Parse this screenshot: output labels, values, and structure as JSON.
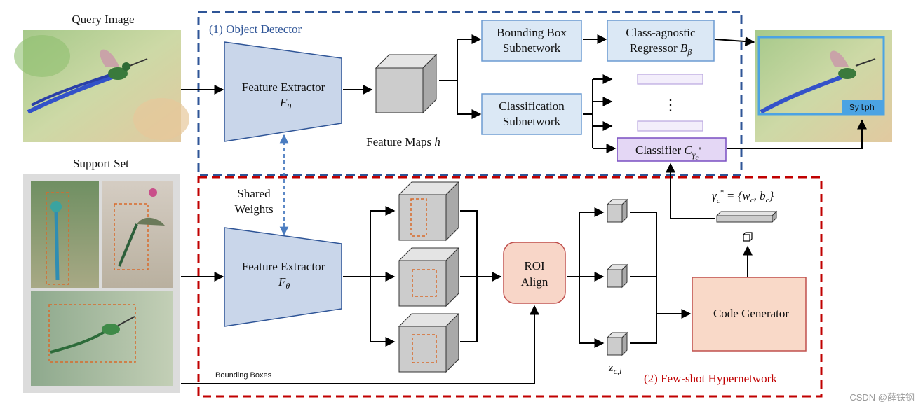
{
  "labels": {
    "query_image": "Query Image",
    "support_set": "Support Set",
    "object_detector": "(1) Object Detector",
    "few_shot": "(2) Few-shot Hypernetwork",
    "feature_extractor": "Feature Extractor",
    "f_theta": "F",
    "f_sub": "θ",
    "feature_maps": "Feature Maps",
    "feature_maps_h": "h",
    "bbox_line1": "Bounding Box",
    "bbox_line2": "Subnetwork",
    "cls_line1": "Classification",
    "cls_line2": "Subnetwork",
    "regressor_line1": "Class-agnostic",
    "regressor_line2": "Regressor",
    "regressor_symbol": "B",
    "regressor_sub": "β",
    "classifier": "Classifier",
    "classifier_symbol": "C",
    "classifier_sub": "γ",
    "classifier_subsub": "c",
    "classifier_star": "*",
    "shared_line1": "Shared",
    "shared_line2": "Weights",
    "roi_line1": "ROI",
    "roi_line2": "Align",
    "code_generator": "Code Generator",
    "gamma_eq": "γ",
    "gamma_rest": "= {w",
    "gamma_c": "c",
    "gamma_b": ", b",
    "gamma_end": "}",
    "z_label": "z",
    "z_sub": "c,i",
    "bounding_boxes": "Bounding Boxes",
    "ellipsis": "⋮",
    "result_tag": "Sylph",
    "watermark": "CSDN @薛铁钢"
  },
  "colors": {
    "detector_border": "#2f5597",
    "hypernet_border": "#c00000",
    "extractor_fill": "#c9d6ea",
    "subnet_fill": "#dbe8f5",
    "classifier_fill": "#e4d7f5",
    "roi_fill": "#f8d6c8",
    "codegen_fill": "#f9d9c8",
    "cube_fill": "#cccccc",
    "tag_fill": "#4ba3e3"
  }
}
